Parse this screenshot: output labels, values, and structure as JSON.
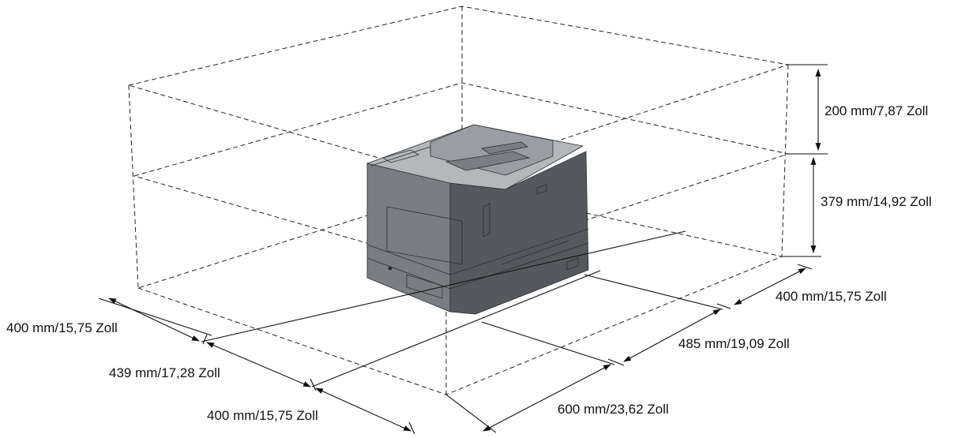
{
  "labels": {
    "top_height": "200 mm/7,87 Zoll",
    "printer_height": "379 mm/14,92 Zoll",
    "right_clearance_back": "400 mm/15,75 Zoll",
    "right_depth": "485 mm/19,09 Zoll",
    "right_front": "600 mm/23,62 Zoll",
    "left_clearance": "400 mm/15,75 Zoll",
    "left_width": "439 mm/17,28 Zoll",
    "left_clearance_front": "400 mm/15,75 Zoll"
  },
  "colors": {
    "line": "#222222",
    "printer_body": "#7a7e82",
    "printer_top": "#b4b8bb"
  },
  "icons": {
    "arrow": "arrowhead"
  }
}
